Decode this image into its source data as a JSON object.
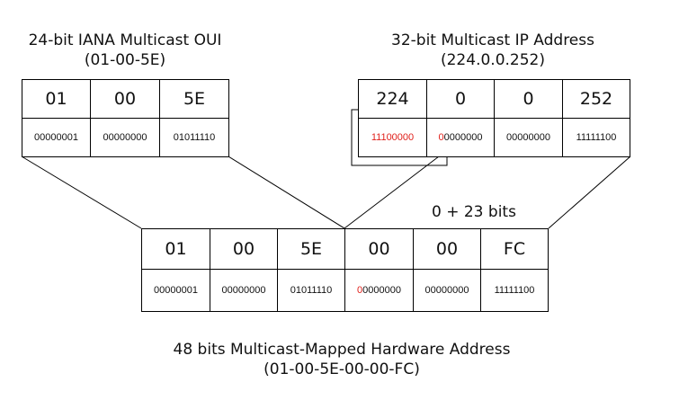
{
  "oui_block": {
    "title_line1": "24-bit IANA Multicast OUI",
    "title_line2": "(01-00-5E)",
    "hex": [
      "01",
      "00",
      "5E"
    ],
    "bin": [
      "00000001",
      "00000000",
      "01011110"
    ]
  },
  "ip_block": {
    "title_line1": "32-bit Multicast IP Address",
    "title_line2": "(224.0.0.252)",
    "hex": [
      "224",
      "0",
      "0",
      "252"
    ],
    "bin_first": "11100000",
    "bin_second_red": "0",
    "bin_second_rest": "0000000",
    "bin": [
      "00000000",
      "11111100"
    ]
  },
  "mac_block": {
    "title_line1": "48 bits Multicast-Mapped Hardware Address",
    "title_line2": "(01-00-5E-00-00-FC)",
    "hex": [
      "01",
      "00",
      "5E",
      "00",
      "00",
      "FC"
    ],
    "bin": [
      "00000001",
      "00000000",
      "01011110"
    ],
    "bin_fourth_red": "0",
    "bin_fourth_rest": "0000000",
    "bin_tail": [
      "00000000",
      "11111100"
    ]
  },
  "bits_note": "0 + 23 bits",
  "colors": {
    "highlight": "#e0201b",
    "border": "#000000"
  }
}
